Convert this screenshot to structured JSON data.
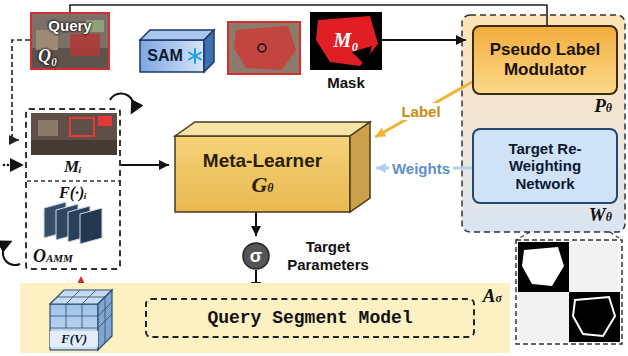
{
  "diagram": {
    "nodes": [
      {
        "text": [
          "Query",
          "Q₀"
        ]
      },
      {
        "text": [
          "SAM"
        ]
      },
      {
        "text": [
          "M₀",
          "Mask"
        ]
      },
      {
        "text": [
          "Pseudo Label Modulator",
          "Pθ"
        ]
      },
      {
        "text": [
          "Target Re-Weighting Network",
          "Wθ"
        ]
      },
      {
        "text": [
          "Mᵢ",
          "F(·)ᵢ",
          "OAMM"
        ]
      },
      {
        "text": [
          "Meta-Learner",
          "Gθ"
        ]
      },
      {
        "text": [
          "σ"
        ]
      },
      {
        "text": [
          "Aσ"
        ]
      },
      {
        "text": [
          "F(V)"
        ],
        "in": 8
      },
      {
        "text": [
          "Query Segment Model"
        ],
        "in": 8
      }
    ],
    "edges": [
      {
        "from": 0,
        "to": 3,
        "arrow": "none"
      },
      {
        "from": 0,
        "to": 5,
        "arrow": "to"
      },
      {
        "from": 2,
        "to": 3,
        "arrow": "to"
      },
      {
        "from": 3,
        "to": 6,
        "label": "Label",
        "arrow": "to"
      },
      {
        "from": 4,
        "to": 6,
        "label": "Weights",
        "arrow": "to"
      },
      {
        "from": 5,
        "to": 6,
        "arrow": "to"
      },
      {
        "from": 6,
        "to": 7,
        "arrow": "to"
      },
      {
        "from": 7,
        "to": 10,
        "arrow": "to"
      },
      {
        "from": 9,
        "to": 10,
        "arrow": "to"
      },
      {
        "from": 9,
        "to": 5,
        "arrow": "to"
      }
    ],
    "labels": [
      "Target Parameters"
    ]
  }
}
